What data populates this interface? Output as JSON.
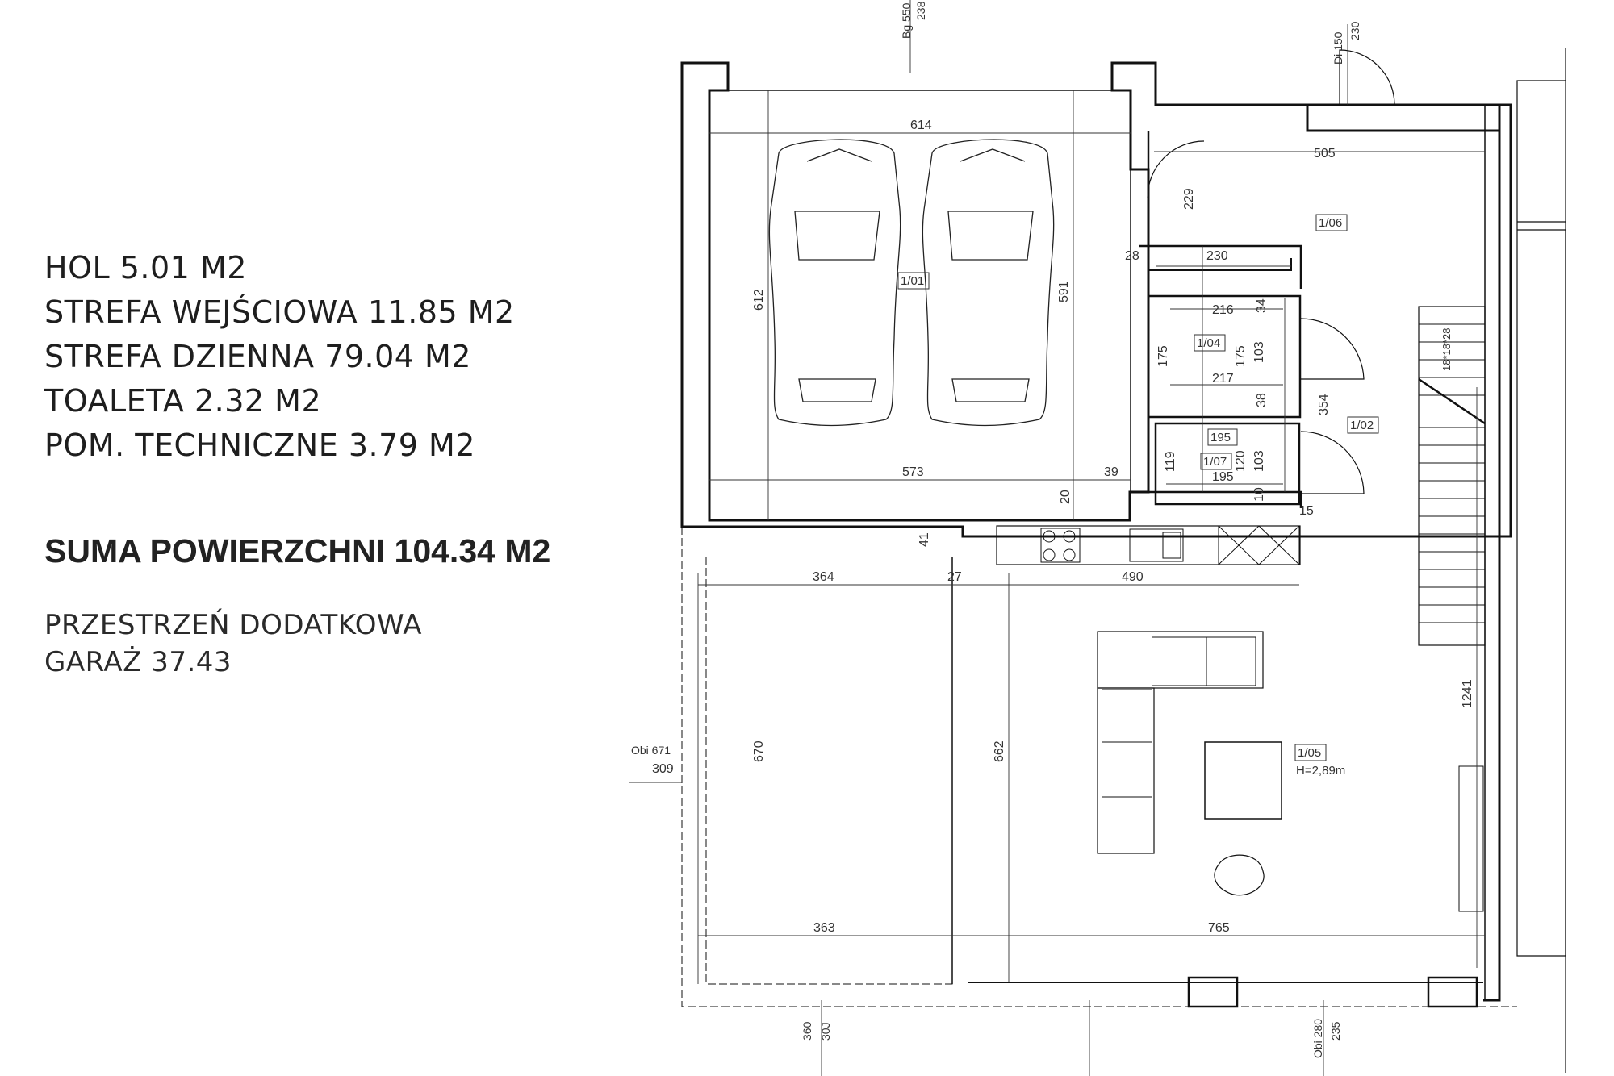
{
  "rooms": [
    {
      "name": "HOL",
      "area": "5.01 M2"
    },
    {
      "name": "STREFA WEJŚCIOWA",
      "area": "11.85 M2"
    },
    {
      "name": "STREFA DZIENNA",
      "area": "79.04 M2"
    },
    {
      "name": "TOALETA",
      "area": "2.32 M2"
    },
    {
      "name": "POM. TECHNICZNE",
      "area": "3.79 M2"
    }
  ],
  "total": "SUMA POWIERZCHNI 104.34 M2",
  "extra": {
    "title": "PRZESTRZEŃ DODATKOWA",
    "line": "GARAŻ 37.43"
  },
  "plan": {
    "room_tags": [
      "1/01",
      "1/02",
      "1/04",
      "1/05",
      "1/06",
      "1/07"
    ],
    "height_label": "H=2,89m",
    "stairs_label": "18*18*28",
    "small_tag": "195",
    "dimensions": [
      "614",
      "612",
      "591",
      "573",
      "39",
      "20",
      "505",
      "229",
      "28",
      "230",
      "216",
      "34",
      "175",
      "175",
      "103",
      "217",
      "38",
      "354",
      "119",
      "120",
      "103",
      "195",
      "10",
      "15",
      "41",
      "27",
      "364",
      "490",
      "670",
      "662",
      "765",
      "363",
      "1241",
      "309"
    ],
    "annotations": [
      "Bg 550",
      "238",
      "Di 150",
      "230",
      "Obi 671",
      "Obi 280",
      "235",
      "360",
      "30J"
    ]
  }
}
